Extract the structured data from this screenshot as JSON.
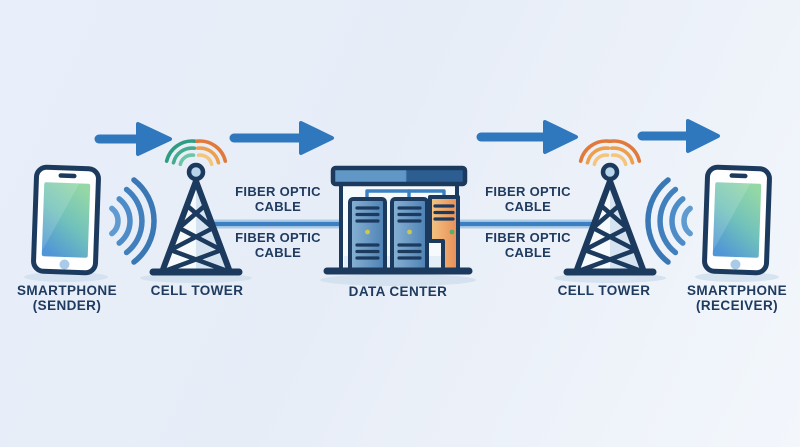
{
  "diagram": {
    "type": "flow",
    "direction": "left-to-right",
    "nodes": [
      {
        "id": "smartphone-sender",
        "icon": "smartphone-icon",
        "label_line1": "SMARTPHONE",
        "label_line2": "(SENDER)"
      },
      {
        "id": "cell-tower-left",
        "icon": "cell-tower-icon",
        "label": "CELL TOWER"
      },
      {
        "id": "data-center",
        "icon": "data-center-building-icon",
        "label": "DATA CENTER"
      },
      {
        "id": "cell-tower-right",
        "icon": "cell-tower-icon",
        "label": "CELL TOWER"
      },
      {
        "id": "smartphone-receiver",
        "icon": "smartphone-icon",
        "label_line1": "SMARTPHONE",
        "label_line2": "(RECEIVER)"
      }
    ],
    "links": [
      {
        "id": "wireless-sender-to-tower",
        "type": "wireless",
        "icon": "radio-waves-icon"
      },
      {
        "id": "fiber-tower-to-datacenter",
        "type": "fiber",
        "label_line1": "FIBER OPTIC",
        "label_line2": "CABLE",
        "label_positions": [
          "above-line",
          "below-line"
        ]
      },
      {
        "id": "fiber-datacenter-to-tower",
        "type": "fiber",
        "label_line1": "FIBER OPTIC",
        "label_line2": "CABLE",
        "label_positions": [
          "above-line",
          "below-line"
        ]
      },
      {
        "id": "wireless-tower-to-receiver",
        "type": "wireless",
        "icon": "radio-waves-icon"
      }
    ],
    "flow_arrows": {
      "count": 4,
      "direction": "right"
    }
  },
  "colors": {
    "background_start": "#e9effa",
    "background_end": "#f3f7fc",
    "outline_navy": "#1c3a5e",
    "text": "#1f3b60",
    "arrow_blue": "#3078be",
    "cable_blue": "#3b80c2",
    "wave_blue": "#4785c3",
    "wave_teal": "#3da88c",
    "wave_orange": "#ec9f4f",
    "phone_screen_green": "#95d8a5",
    "phone_screen_blue": "#4f96d6",
    "roof_light": "#6097c7",
    "roof_dark": "#2d5e92",
    "rack_blue_light": "#88b2d4",
    "rack_blue_dark": "#4d81b4",
    "rack_orange_light": "#f2bd7c",
    "rack_orange_dark": "#e9965c",
    "led_yellow": "#c9c94d",
    "led_green": "#54b06a",
    "shadow": "#cddcec"
  }
}
